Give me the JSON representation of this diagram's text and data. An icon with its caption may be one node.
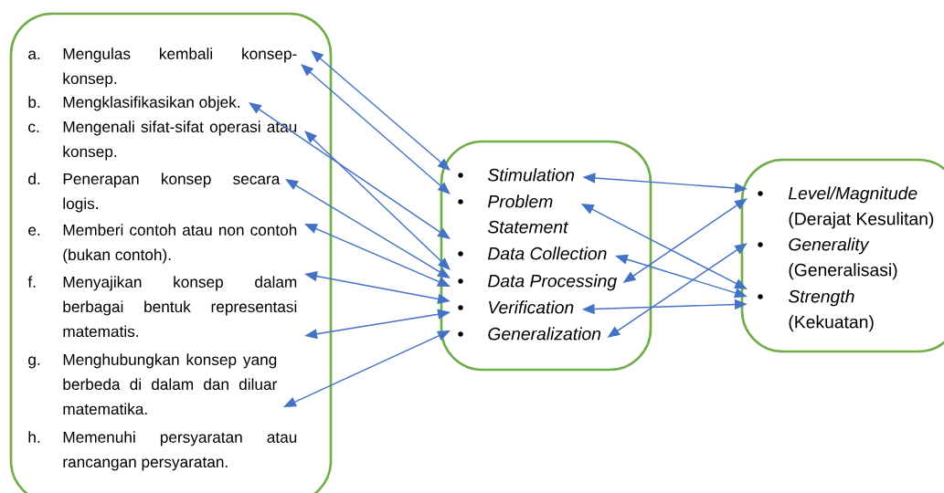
{
  "diagram": {
    "nodes": [
      {
        "text": [],
        "shape": "box"
      },
      {
        "text": [
          "a.",
          "Mengulas kembali konsep-konsep."
        ],
        "in": 0
      },
      {
        "text": [
          "b.",
          "Mengklasifikasikan objek."
        ],
        "in": 0
      },
      {
        "text": [
          "c.",
          "Mengenali sifat-sifat operasi atau konsep."
        ],
        "in": 0
      },
      {
        "text": [
          "d.",
          "Penerapan konsep secara logis."
        ],
        "in": 0
      },
      {
        "text": [
          "e.",
          "Memberi contoh atau non contoh (bukan contoh)."
        ],
        "in": 0
      },
      {
        "text": [
          "f.",
          "Menyajikan konsep dalam berbagai bentuk representasi matematis."
        ],
        "in": 0
      },
      {
        "text": [
          "g.",
          "Menghubungkan konsep yang berbeda di dalam dan diluar matematika."
        ],
        "in": 0
      },
      {
        "text": [
          "h.",
          "Memenuhi persyaratan atau rancangan persyaratan."
        ],
        "in": 0
      },
      {
        "text": [],
        "shape": "box"
      },
      {
        "text": [
          "Stimulation"
        ],
        "in": 9
      },
      {
        "text": [
          "Problem Statement"
        ],
        "in": 9
      },
      {
        "text": [
          "Data Collection"
        ],
        "in": 9
      },
      {
        "text": [
          "Data Processing"
        ],
        "in": 9
      },
      {
        "text": [
          "Verification"
        ],
        "in": 9
      },
      {
        "text": [
          "Generalization"
        ],
        "in": 9
      },
      {
        "text": [],
        "shape": "box"
      },
      {
        "text": [
          "Level/Magnitude",
          "(Derajat Kesulitan)"
        ],
        "in": 16
      },
      {
        "text": [
          "Generality",
          "(Generalisasi)"
        ],
        "in": 16
      },
      {
        "text": [
          "Strength",
          "(Kekuatan)"
        ],
        "in": 16
      }
    ],
    "edges": [
      {
        "from": 1,
        "to": 10,
        "arrow": "both"
      },
      {
        "from": 1,
        "to": 11,
        "arrow": "both"
      },
      {
        "from": 2,
        "to": 12,
        "arrow": "both"
      },
      {
        "from": 3,
        "to": 13,
        "arrow": "both"
      },
      {
        "from": 4,
        "to": 13,
        "arrow": "both"
      },
      {
        "from": 5,
        "to": 13,
        "arrow": "both"
      },
      {
        "from": 6,
        "to": 14,
        "arrow": "both"
      },
      {
        "from": 6,
        "to": 14,
        "arrow": "both"
      },
      {
        "from": 7,
        "to": 15,
        "arrow": "both"
      },
      {
        "from": 10,
        "to": 17,
        "arrow": "both"
      },
      {
        "from": 11,
        "to": 19,
        "arrow": "both"
      },
      {
        "from": 12,
        "to": 19,
        "arrow": "both"
      },
      {
        "from": 13,
        "to": 17,
        "arrow": "both"
      },
      {
        "from": 14,
        "to": 19,
        "arrow": "both"
      },
      {
        "from": 15,
        "to": 18,
        "arrow": "both"
      }
    ]
  }
}
